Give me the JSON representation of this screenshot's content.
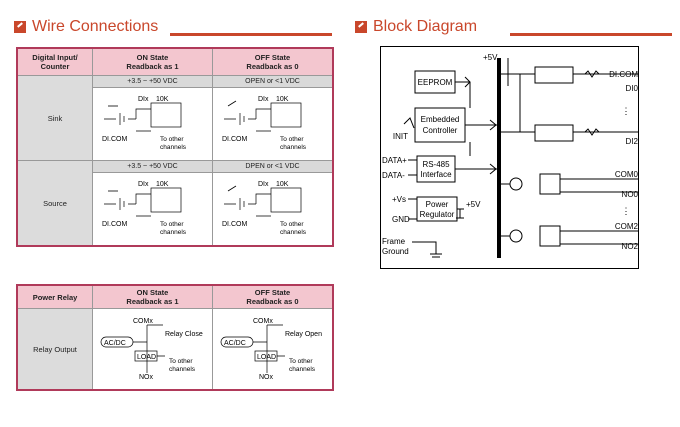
{
  "wire": {
    "title": "Wire Connections",
    "di_table": {
      "col0": "Digital Input/ Counter",
      "col1_line1": "ON State",
      "col1_line2": "Readback as 1",
      "col2_line1": "OFF State",
      "col2_line2": "Readback as 0",
      "sink": {
        "label": "Sink",
        "on_voltage": "+3.5 ~ +50 VDC",
        "off_voltage": "OPEN or <1 VDC"
      },
      "source": {
        "label": "Source",
        "on_voltage": "+3.5 ~ +50 VDC",
        "off_voltage": "DPEN or <1 VDC"
      },
      "diag": {
        "dix": "DIx",
        "res": "10K",
        "dicom": "DI.COM",
        "other1": "To other",
        "other2": "channels"
      }
    },
    "relay_table": {
      "col0": "Power Relay",
      "col1_line1": "ON State",
      "col1_line2": "Readback as 1",
      "col2_line1": "OFF State",
      "col2_line2": "Readback as 0",
      "row_label": "Relay Output",
      "diag": {
        "comx": "COMx",
        "acdc": "AC/DC",
        "load": "LOAD",
        "nox": "NOx",
        "close": "Relay Close",
        "open": "Relay Open",
        "other1": "To other",
        "other2": "channels"
      }
    }
  },
  "block": {
    "title": "Block Diagram",
    "plus5v_top": "+5V",
    "eeprom": "EEPROM",
    "controller_1": "Embedded",
    "controller_2": "Controller",
    "init": "INIT",
    "rs485_1": "RS-485",
    "rs485_2": "Interface",
    "power_1": "Power",
    "power_2": "Regulator",
    "plus5v_pwr": "+5V",
    "data_plus": "DATA+",
    "data_minus": "DATA-",
    "vs": "+Vs",
    "gnd": "GND",
    "frame_1": "Frame",
    "frame_2": "Ground",
    "di_com": "DI.COM",
    "di0": "DI0",
    "di2": "DI2",
    "com0": "COM0",
    "no0": "NO0",
    "com2": "COM2",
    "no2": "NO2"
  },
  "colors": {
    "accent": "#c9472b",
    "table_border": "#b03a5a",
    "header_bg": "#f3c6cf",
    "row_bg": "#dcdcdc"
  }
}
